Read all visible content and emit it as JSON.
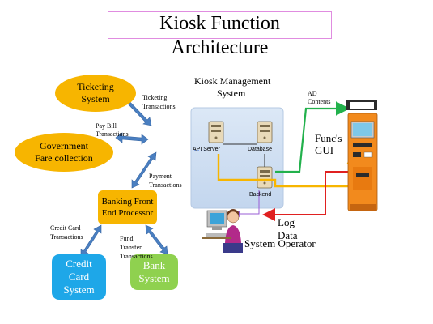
{
  "title": {
    "line1": "Kiosk Function",
    "line2": "Architecture"
  },
  "nodes": {
    "ticketing": [
      "Ticketing",
      "System"
    ],
    "government": [
      "Government",
      "Fare collection"
    ],
    "banking": [
      "Banking Front",
      "End Processor"
    ],
    "credit_card": [
      "Credit",
      "Card",
      "System"
    ],
    "bank": [
      "Bank",
      "System"
    ],
    "kiosk_mgmt": [
      "Kiosk Management",
      "System"
    ]
  },
  "servers": {
    "api": "API Server",
    "database": "Database",
    "backend": "Backend"
  },
  "edges": {
    "ticketing": [
      "Ticketing",
      "Transactions"
    ],
    "pay_bill": [
      "Pay Bill",
      "Transactions"
    ],
    "payment": [
      "Payment",
      "Transactions"
    ],
    "credit_card": [
      "Credit Card",
      "Transactions"
    ],
    "fund_transfer": [
      "Fund",
      "Transfer",
      "Transactions"
    ],
    "ad_contents": [
      "AD",
      "Contents"
    ],
    "funcs_gui": [
      "Func's",
      "GUI"
    ],
    "log_data": [
      "Log",
      "Data"
    ]
  },
  "operator": "System Operator",
  "colors": {
    "ellipse": "#f7b500",
    "banking": "#f7b500",
    "credit_card": "#1ea7e8",
    "bank": "#8fd14f",
    "arrow": "#4a7fc1",
    "green_link": "#22b14c",
    "orange_link": "#f7b500",
    "red_link": "#e02020",
    "purple_link": "#9a5cd6",
    "title_border": "#e08ce0"
  }
}
